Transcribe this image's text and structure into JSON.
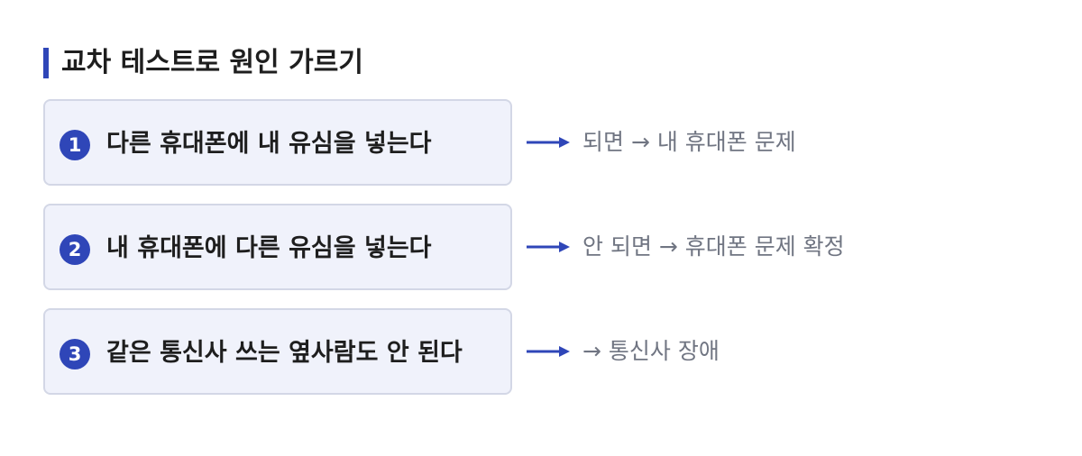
{
  "title": "교차 테스트로 원인 가르기",
  "steps": [
    {
      "number": "1",
      "text": "다른 휴대폰에 내 유심을 넣는다",
      "result": "되면 → 내 휴대폰 문제"
    },
    {
      "number": "2",
      "text": "내 휴대폰에 다른 유심을 넣는다",
      "result": "안 되면 → 휴대폰 문제 확정"
    },
    {
      "number": "3",
      "text": "같은 통신사 쓰는 옆사람도 안 된다",
      "result": "→ 통신사 장애"
    }
  ],
  "colors": {
    "accent": "#2f46b8",
    "card_bg": "#f0f2fb",
    "card_border": "#d3d7e6",
    "result_text": "#707582"
  }
}
